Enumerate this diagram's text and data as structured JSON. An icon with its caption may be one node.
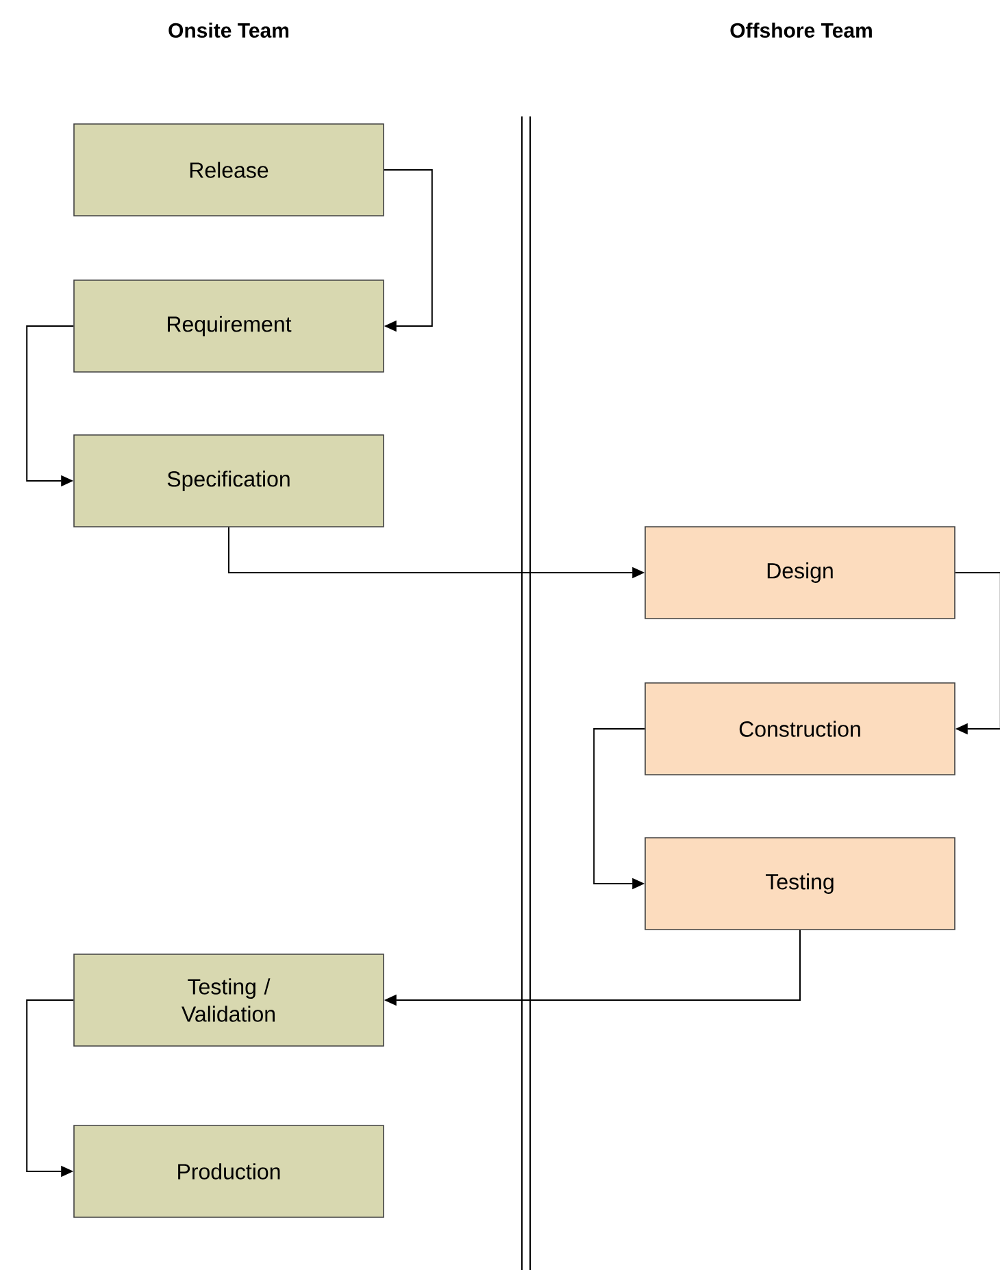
{
  "diagram": {
    "nodes": [
      {
        "text": [
          "Release"
        ]
      },
      {
        "text": [
          "Requirement"
        ]
      },
      {
        "text": [
          "Specification"
        ]
      },
      {
        "text": [
          "Design"
        ]
      },
      {
        "text": [
          "Construction"
        ]
      },
      {
        "text": [
          "Testing"
        ]
      },
      {
        "text": [
          "Testing / Validation"
        ]
      },
      {
        "text": [
          "Production"
        ]
      }
    ],
    "edges": [
      {
        "from": 0,
        "to": 1,
        "arrow": "to"
      },
      {
        "from": 1,
        "to": 2,
        "arrow": "to"
      },
      {
        "from": 2,
        "to": 3,
        "arrow": "to"
      },
      {
        "from": 3,
        "to": 4,
        "arrow": "to"
      },
      {
        "from": 4,
        "to": 5,
        "arrow": "to"
      },
      {
        "from": 5,
        "to": 6,
        "arrow": "to"
      },
      {
        "from": 6,
        "to": 7,
        "arrow": "to"
      }
    ],
    "labels": [
      "Onsite Team",
      "Offshore Team"
    ]
  }
}
